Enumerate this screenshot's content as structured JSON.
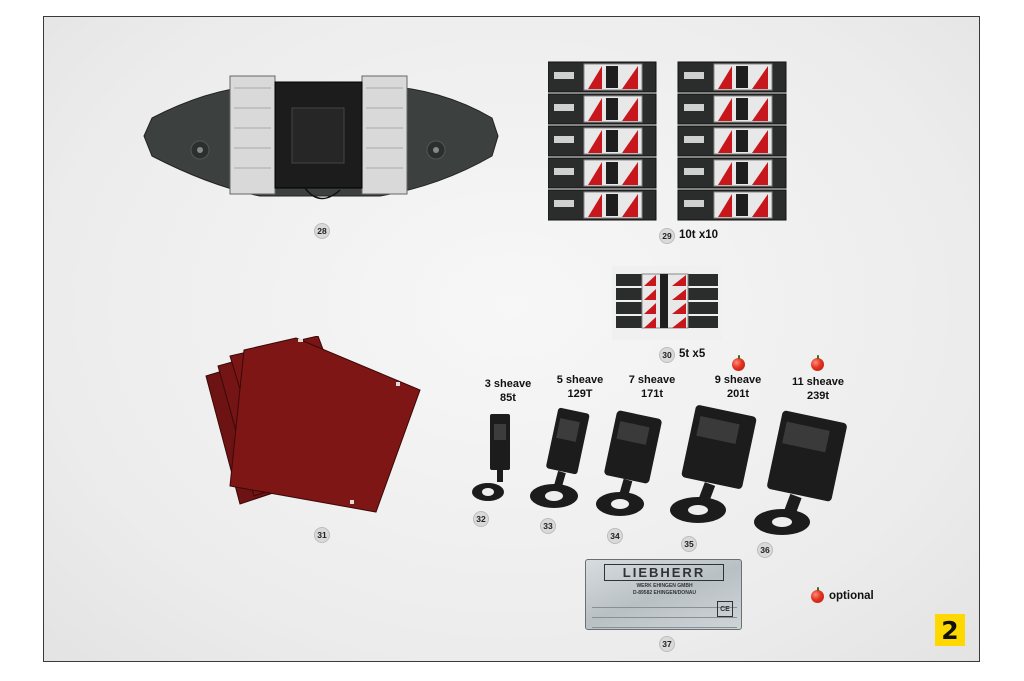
{
  "parts": {
    "p28": "28",
    "p29": "29",
    "p29_label": "10t x10",
    "p30": "30",
    "p30_label": "5t x5",
    "p31": "31",
    "p32": "32",
    "p33": "33",
    "p34": "34",
    "p35": "35",
    "p36": "36",
    "p37": "37"
  },
  "hooks": [
    {
      "line1": "3 sheave",
      "line2": "85t"
    },
    {
      "line1": "5 sheave",
      "line2": "129T"
    },
    {
      "line1": "7 sheave",
      "line2": "171t"
    },
    {
      "line1": "9 sheave",
      "line2": "201t"
    },
    {
      "line1": "11 sheave",
      "line2": "239t"
    }
  ],
  "legend": {
    "optional": "optional"
  },
  "plate": {
    "brand": "LIEBHERR",
    "sub1": "WERK EHINGEN GMBH",
    "sub2": "D-89582 EHINGEN/DONAU"
  },
  "page_number": "2",
  "colors": {
    "counterweight_red": "#c8161d",
    "plate_red": "#7a1414",
    "badge_yellow": "#ffd800",
    "apple_red": "#e3321f"
  }
}
